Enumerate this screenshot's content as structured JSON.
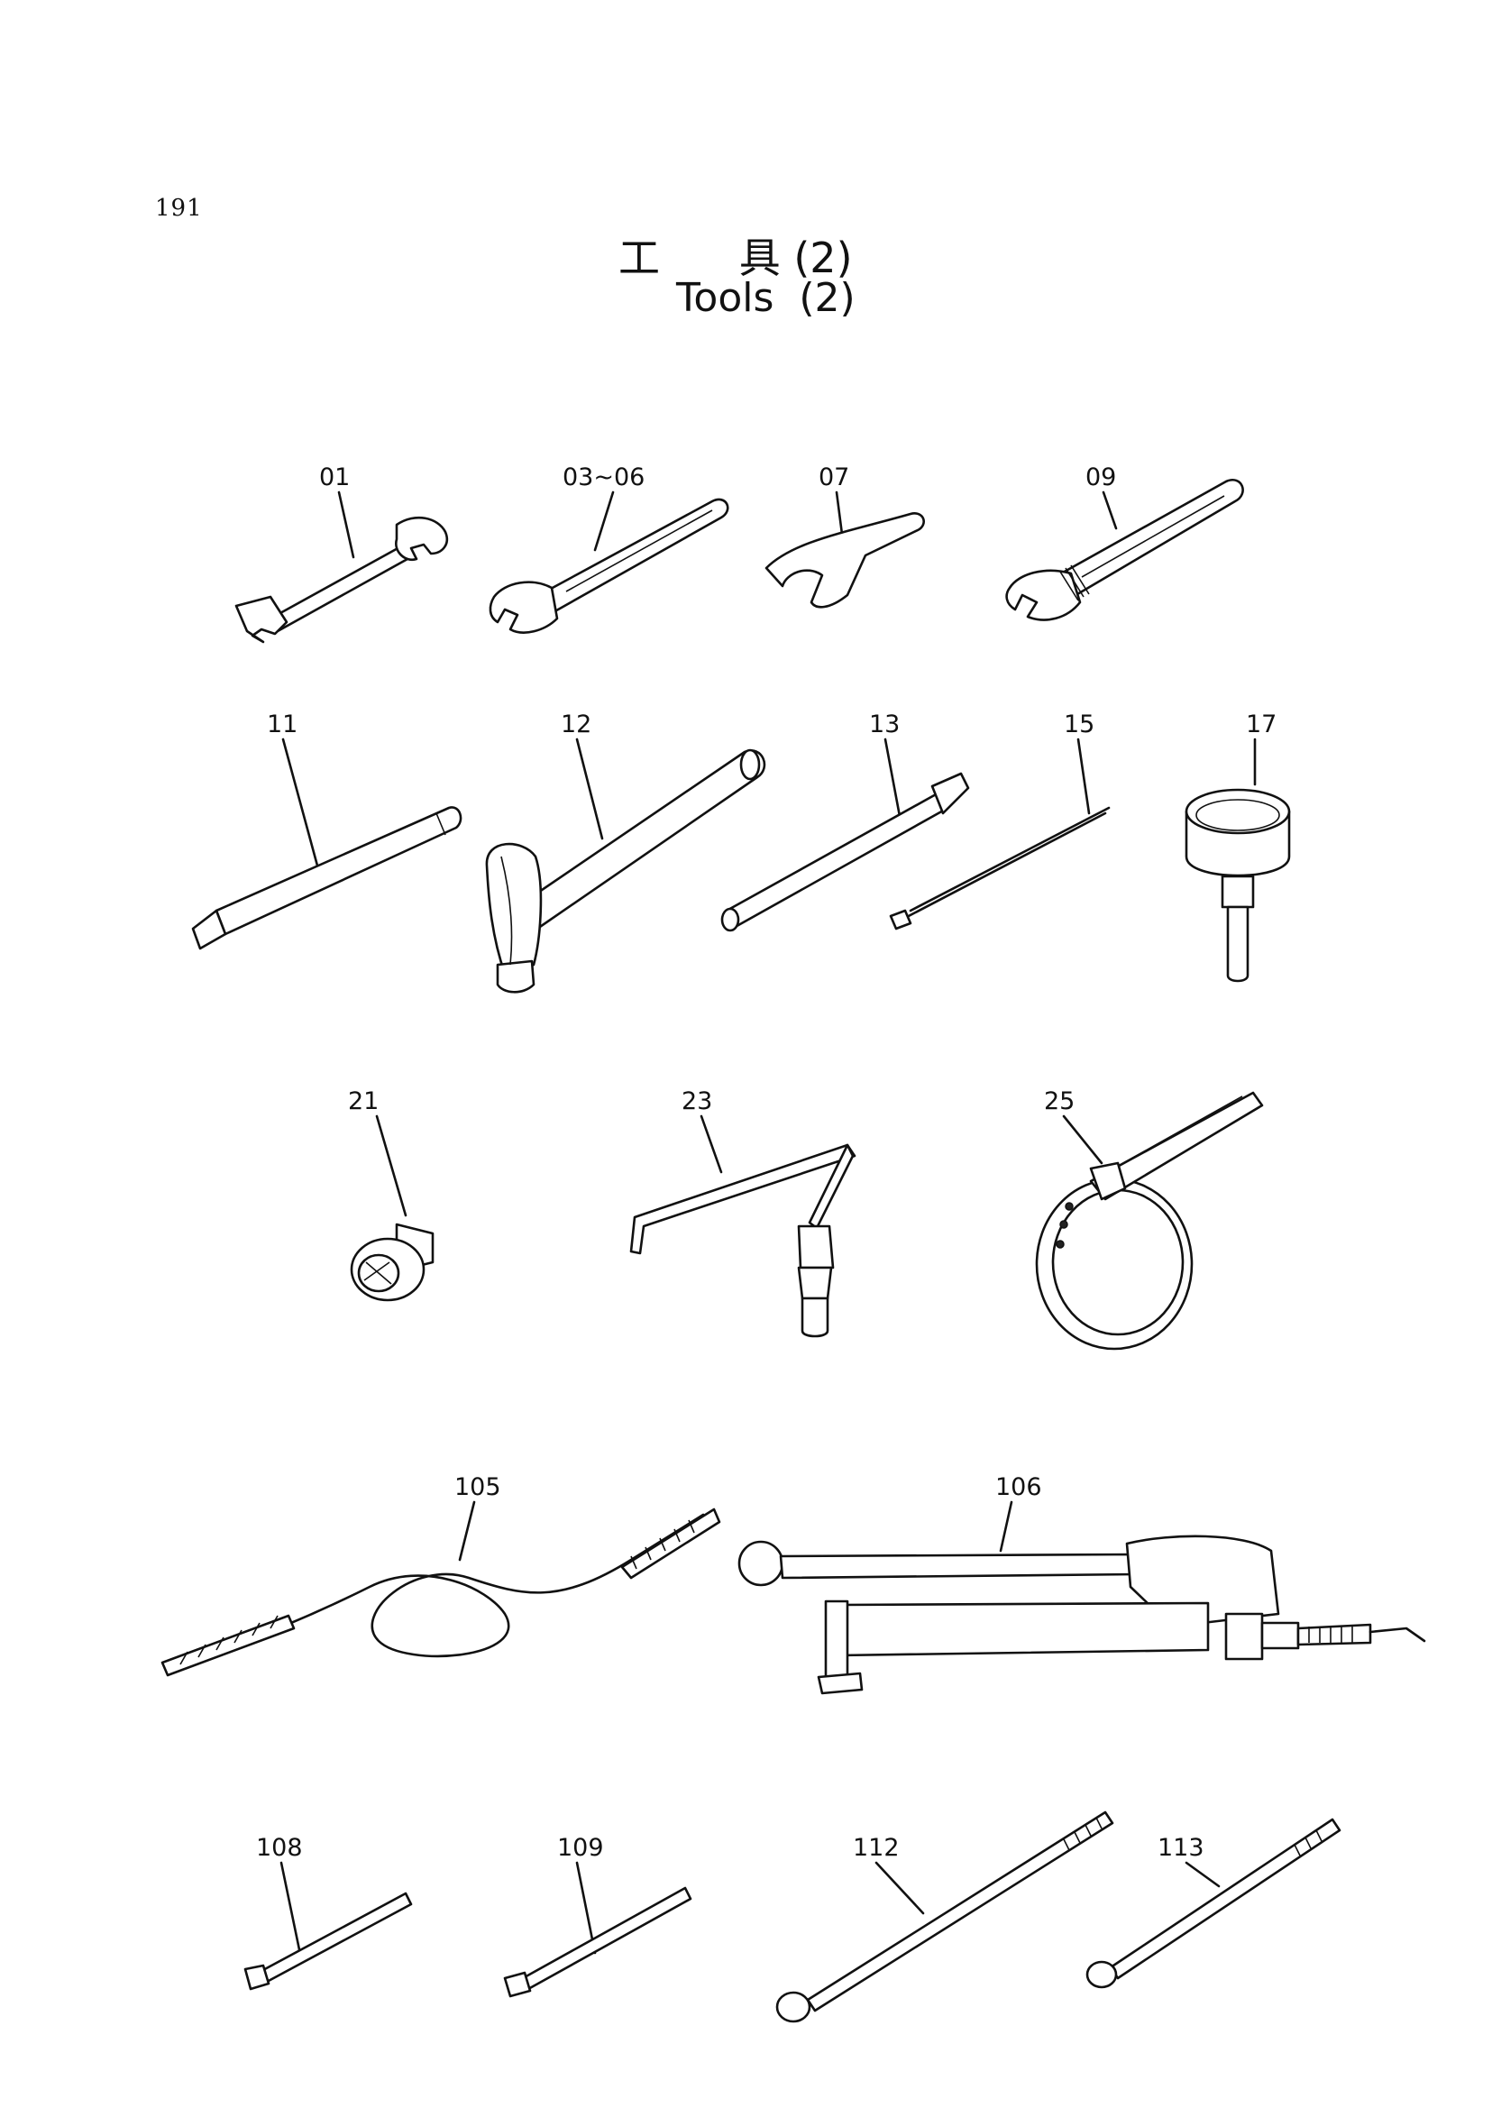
{
  "page_number": "191",
  "title": {
    "japanese": "工      具 (2)",
    "english": "Tools  (2)"
  },
  "parts": [
    {
      "label": "01",
      "name": "double-ended spanner"
    },
    {
      "label": "03~06",
      "name": "single-ended spanner"
    },
    {
      "label": "07",
      "name": "hook spanner"
    },
    {
      "label": "09",
      "name": "adjustable wrench"
    },
    {
      "label": "11",
      "name": "chisel"
    },
    {
      "label": "12",
      "name": "hammer"
    },
    {
      "label": "13",
      "name": "lever bar"
    },
    {
      "label": "15",
      "name": "rod"
    },
    {
      "label": "17",
      "name": "cup tool"
    },
    {
      "label": "21",
      "name": "socket"
    },
    {
      "label": "23",
      "name": "hexagon key"
    },
    {
      "label": "25",
      "name": "filter wrench"
    },
    {
      "label": "105",
      "name": "hose"
    },
    {
      "label": "106",
      "name": "hydraulic hand pump"
    },
    {
      "label": "108",
      "name": "bolt"
    },
    {
      "label": "109",
      "name": "bolt"
    },
    {
      "label": "112",
      "name": "stud bolt"
    },
    {
      "label": "113",
      "name": "stud bolt"
    }
  ]
}
